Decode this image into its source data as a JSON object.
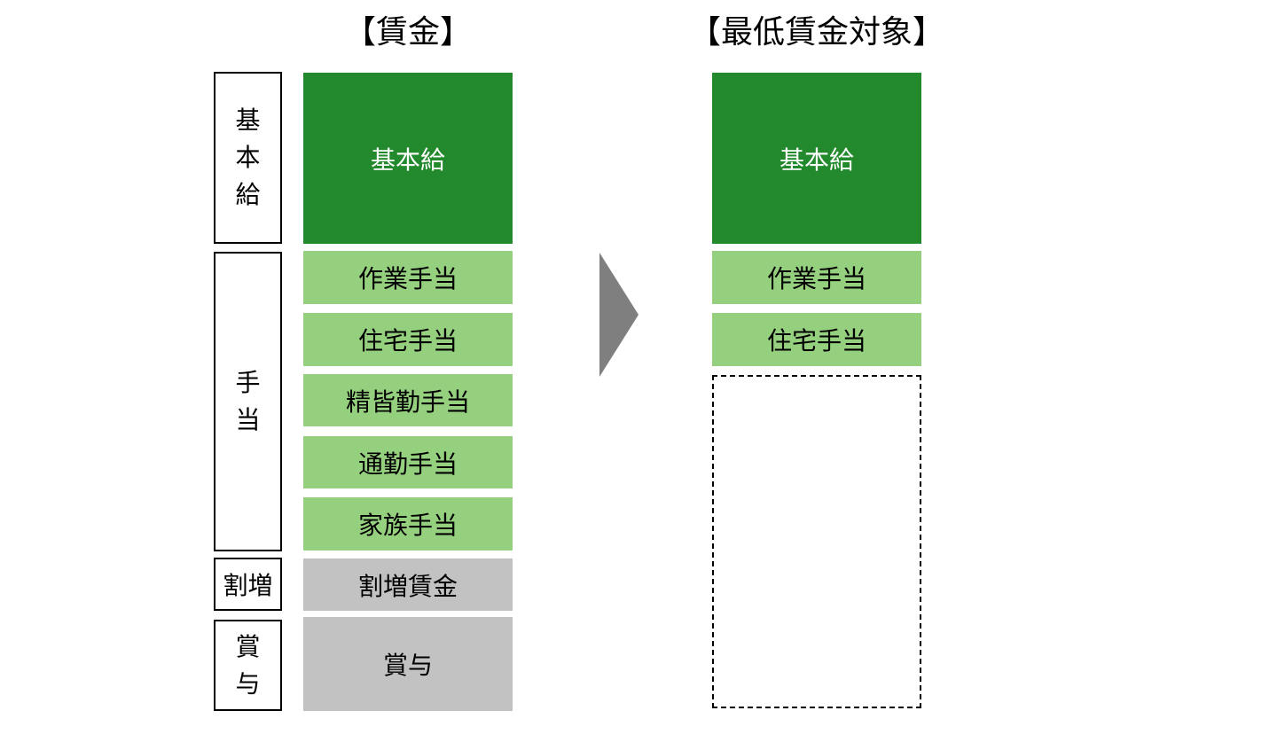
{
  "titles": {
    "left": "【賃金】",
    "right": "【最低賃金対象】"
  },
  "colors": {
    "dark_green": "#228A2C",
    "light_green": "#95D07E",
    "gray": "#C2C2C2",
    "arrow_gray": "#7F7F7F",
    "box_border": "#000000",
    "background": "#FFFFFF"
  },
  "left_panel": {
    "categories": [
      {
        "label": "基本給"
      },
      {
        "label": "手当"
      },
      {
        "label": "割増"
      },
      {
        "label": "賞与"
      }
    ],
    "bars": [
      {
        "label": "基本給",
        "type": "dark"
      },
      {
        "label": "作業手当",
        "type": "light"
      },
      {
        "label": "住宅手当",
        "type": "light"
      },
      {
        "label": "精皆勤手当",
        "type": "light"
      },
      {
        "label": "通勤手当",
        "type": "light"
      },
      {
        "label": "家族手当",
        "type": "light"
      },
      {
        "label": "割増賃金",
        "type": "gray"
      },
      {
        "label": "賞与",
        "type": "gray"
      }
    ]
  },
  "right_panel": {
    "bars": [
      {
        "label": "基本給",
        "type": "dark"
      },
      {
        "label": "作業手当",
        "type": "light"
      },
      {
        "label": "住宅手当",
        "type": "light"
      }
    ],
    "excluded_box_label": ""
  }
}
